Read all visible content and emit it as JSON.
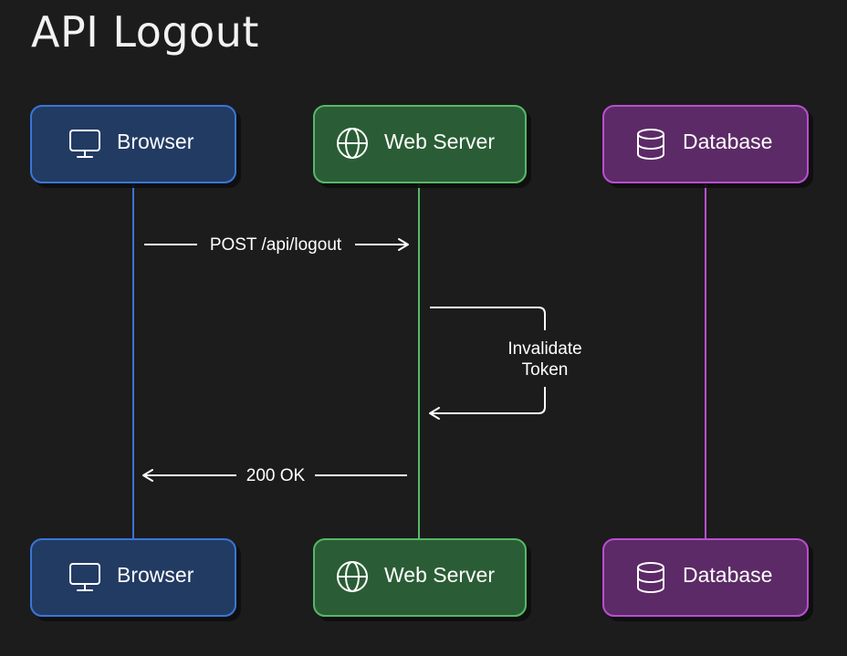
{
  "title": "API Logout",
  "colors": {
    "background": "#1c1c1c",
    "browser_fill": "#213a63",
    "browser_stroke": "#3a74d8",
    "server_fill": "#2b5d35",
    "server_stroke": "#56b866",
    "db_fill": "#5b2b66",
    "db_stroke": "#b84fd0",
    "line": "#ffffff"
  },
  "actors": [
    {
      "name": "Browser",
      "icon": "monitor-icon"
    },
    {
      "name": "Web Server",
      "icon": "globe-icon"
    },
    {
      "name": "Database",
      "icon": "database-icon"
    }
  ],
  "messages": [
    {
      "label": "POST /api/logout"
    },
    {
      "label_line1": "Invalidate",
      "label_line2": "Token"
    },
    {
      "label": "200 OK"
    }
  ]
}
